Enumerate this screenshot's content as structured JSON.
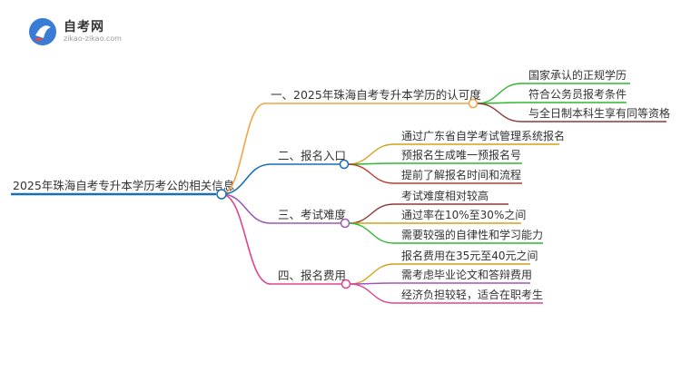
{
  "logo": {
    "title": "自考网",
    "url": "zikao-zikao.com"
  },
  "mindmap": {
    "root": "2025年珠海自考专升本学历考公的相关信息",
    "branches": [
      {
        "label": "一、2025年珠海自考专升本学历的认可度",
        "color": "#f5a243",
        "children": [
          {
            "label": "国家承认的正规学历",
            "color": "#2fb82f"
          },
          {
            "label": "符合公务员报考条件",
            "color": "#2fb82f"
          },
          {
            "label": "与全日制本科生享有同等资格",
            "color": "#8b3a3a"
          }
        ]
      },
      {
        "label": "二、报名入口",
        "color": "#1a6fb3",
        "children": [
          {
            "label": "通过广东省自学考试管理系统报名",
            "color": "#d4a21a"
          },
          {
            "label": "预报名生成唯一预报名号",
            "color": "#2fb82f"
          },
          {
            "label": "提前了解报名时间和流程",
            "color": "#c0392b"
          }
        ]
      },
      {
        "label": "三、考试难度",
        "color": "#9b59b6",
        "children": [
          {
            "label": "考试难度相对较高",
            "color": "#8b3a3a"
          },
          {
            "label": "通过率在10%至30%之间",
            "color": "#d4a21a"
          },
          {
            "label": "需要较强的自律性和学习能力",
            "color": "#2fb82f"
          }
        ]
      },
      {
        "label": "四、报名费用",
        "color": "#e0448f",
        "children": [
          {
            "label": "报名费用在35元至40元之间",
            "color": "#d4a21a"
          },
          {
            "label": "需考虑毕业论文和答辩费用",
            "color": "#9b59b6"
          },
          {
            "label": "经济负担较轻，适合在职考生",
            "color": "#e0448f"
          }
        ]
      }
    ],
    "root_color": "#1a6fb3"
  }
}
